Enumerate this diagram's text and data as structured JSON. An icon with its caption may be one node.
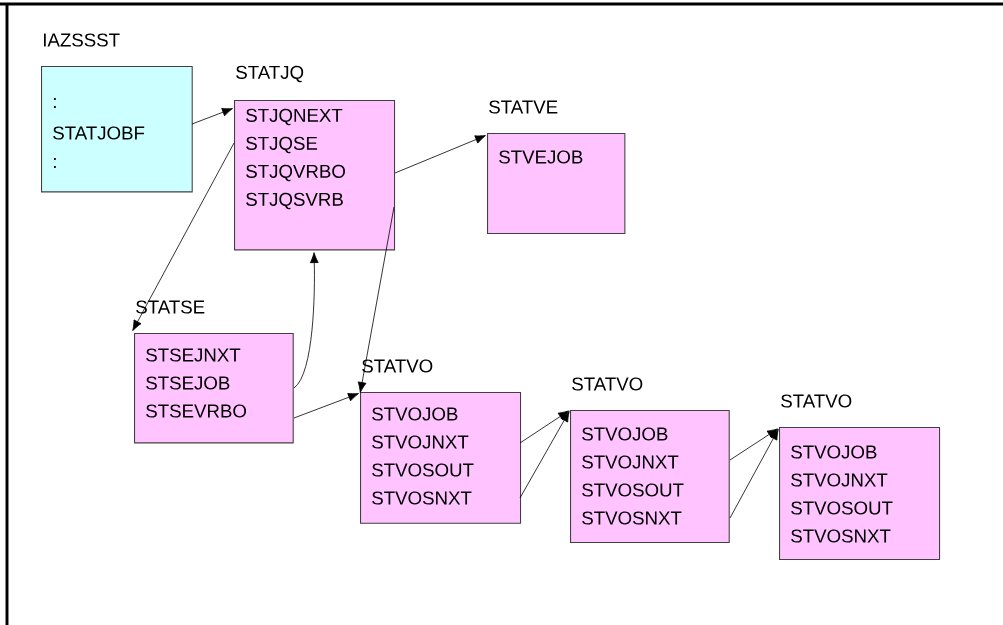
{
  "diagram": {
    "nodes": [
      {
        "text": [
          "IAZSSST",
          ":",
          "STATJOBF",
          ":"
        ]
      },
      {
        "text": [
          "STATJQ",
          "STJQNEXT",
          "STJQSE",
          "STJQVRBO",
          "STJQSVRB"
        ]
      },
      {
        "text": [
          "STATVE",
          "STVEJOB"
        ]
      },
      {
        "text": [
          "STATSE",
          "STSEJNXT",
          "STSEJOB",
          "STSEVRBO"
        ]
      },
      {
        "text": [
          "STATVO",
          "STVOJOB",
          "STVOJNXT",
          "STVOSOUT",
          "STVOSNXT"
        ]
      },
      {
        "text": [
          "STATVO",
          "STVOJOB",
          "STVOJNXT",
          "STVOSOUT",
          "STVOSNXT"
        ]
      },
      {
        "text": [
          "STATVO",
          "STVOJOB",
          "STVOJNXT",
          "STVOSOUT",
          "STVOSNXT"
        ]
      }
    ],
    "edges": [
      {
        "from": 0,
        "to": 1,
        "arrow": "to"
      },
      {
        "from": 1,
        "to": 2,
        "arrow": "to"
      },
      {
        "from": 1,
        "to": 3,
        "arrow": "to"
      },
      {
        "from": 3,
        "to": 1,
        "arrow": "to"
      },
      {
        "from": 1,
        "to": 4,
        "arrow": "to"
      },
      {
        "from": 3,
        "to": 4,
        "arrow": "to"
      },
      {
        "from": 4,
        "to": 5,
        "arrow": "to"
      },
      {
        "from": 4,
        "to": 5,
        "arrow": "to"
      },
      {
        "from": 5,
        "to": 6,
        "arrow": "to"
      },
      {
        "from": 5,
        "to": 6,
        "arrow": "to"
      }
    ]
  }
}
